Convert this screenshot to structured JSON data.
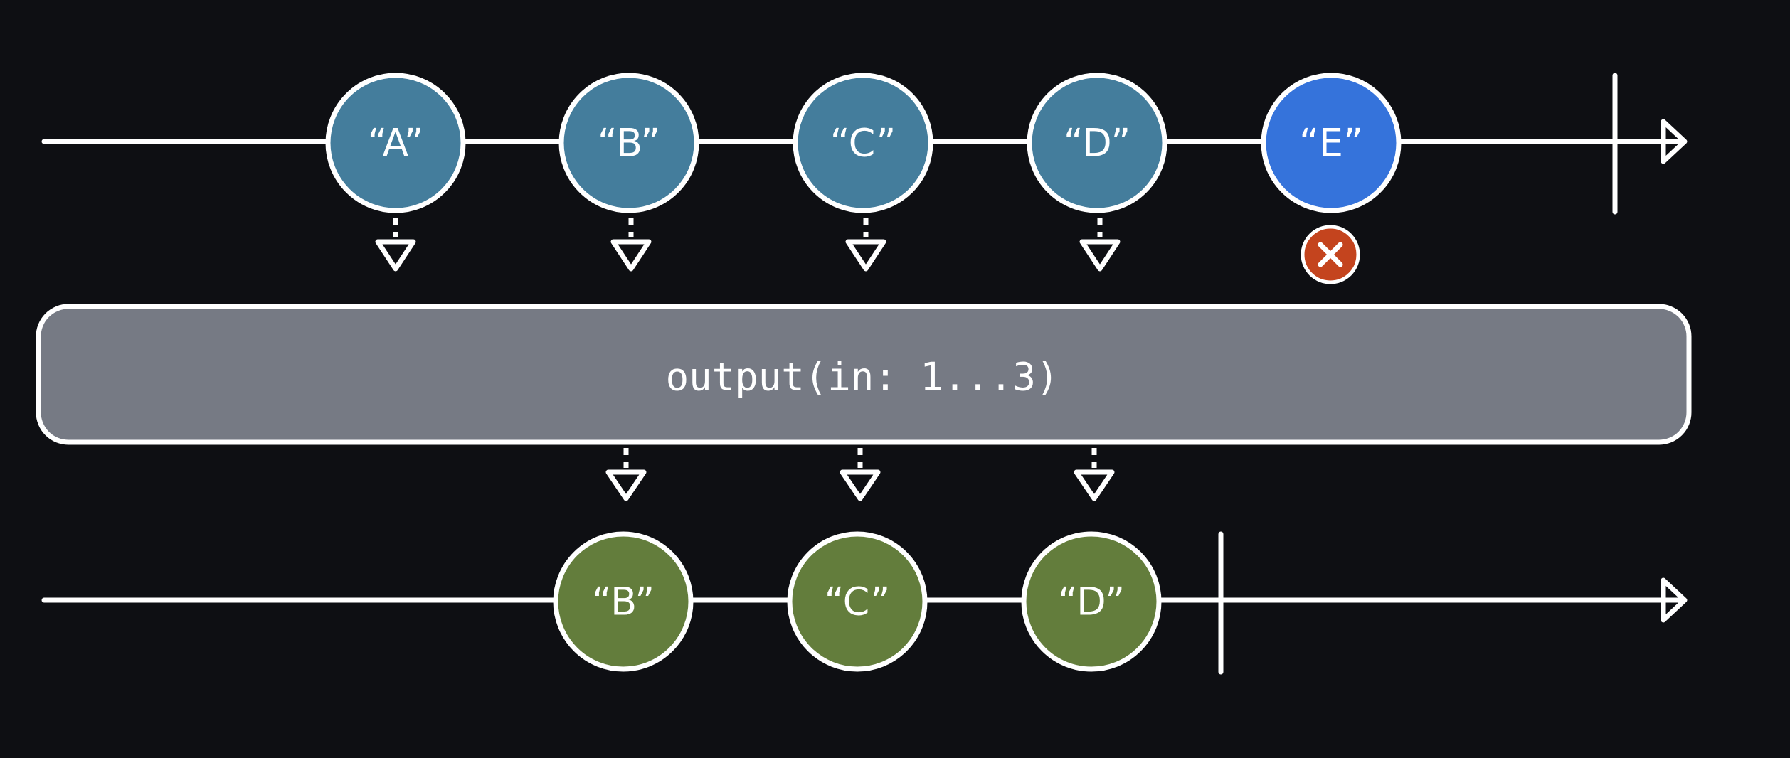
{
  "colors": {
    "background": "#0e0f13",
    "input_marble": "#447d9c",
    "input_marble_error": "#3573db",
    "output_marble": "#637d3c",
    "operator_box": "#767a84",
    "error_badge": "#c4441e",
    "stroke": "#ffffff"
  },
  "input_stream": {
    "marbles": [
      {
        "label": "“A”",
        "state": "normal"
      },
      {
        "label": "“B”",
        "state": "normal"
      },
      {
        "label": "“C”",
        "state": "normal"
      },
      {
        "label": "“D”",
        "state": "normal"
      },
      {
        "label": "“E”",
        "state": "error"
      }
    ],
    "terminated": "completion",
    "error_badge_icon": "close-icon"
  },
  "operator": {
    "label": "output(in: 1...3)"
  },
  "output_stream": {
    "marbles": [
      {
        "label": "“B”"
      },
      {
        "label": "“C”"
      },
      {
        "label": "“D”"
      }
    ],
    "terminated": "completion"
  }
}
